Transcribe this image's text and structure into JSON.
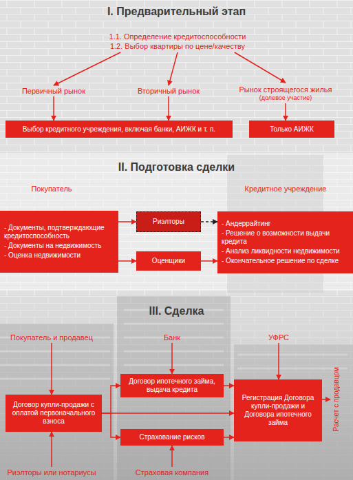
{
  "diagram": {
    "nodes": [
      {
        "text": [
          "1.1. Определение кредитоспособности",
          "1.2. Выбор квартиры по цене/качеству"
        ]
      },
      {
        "text": [
          "Первичный рынок"
        ]
      },
      {
        "text": [
          "Вторичный рынок"
        ]
      },
      {
        "text": [
          "Рынок строящегося жилья",
          "(долевое участие)"
        ]
      },
      {
        "text": [
          "Выбор кредитного учреждения, включая банки, АИЖК и т. п."
        ]
      },
      {
        "text": [
          "Только АИЖК"
        ]
      },
      {
        "text": [
          "- Документы, подтверждающие кредитоспособность",
          "- Документы на недвижимость",
          "- Оценка недвижимости"
        ]
      },
      {
        "text": [
          "Риэлторы"
        ]
      },
      {
        "text": [
          "Оценщики"
        ]
      },
      {
        "text": [
          "- Андеррайтинг",
          "- Решение о возможности выдачи кредита",
          "- Анализ ликвидности недвижимости",
          "- Окончательное решение по сделке"
        ]
      },
      {
        "text": [
          "Покупатель и продавец"
        ]
      },
      {
        "text": [
          "Банк"
        ]
      },
      {
        "text": [
          "УФРС"
        ]
      },
      {
        "text": [
          "Договор ипотечного займа, выдача кредита"
        ]
      },
      {
        "text": [
          "Договор купли-продажи с оплатой первоначального взноса"
        ]
      },
      {
        "text": [
          "Регистрация Договора купли-продажи и Договора ипотечного займа"
        ]
      },
      {
        "text": [
          "Расчет с продавцом"
        ]
      },
      {
        "text": [
          "Страхование рисков"
        ]
      },
      {
        "text": [
          "Риэлторы или нотариусы"
        ]
      },
      {
        "text": [
          "Страховая компания"
        ]
      }
    ],
    "edges": [
      {
        "from": 0,
        "to": 1,
        "arrow": "to"
      },
      {
        "from": 0,
        "to": 2,
        "arrow": "to"
      },
      {
        "from": 0,
        "to": 3,
        "arrow": "to"
      },
      {
        "from": 1,
        "to": 4,
        "arrow": "to"
      },
      {
        "from": 2,
        "to": 4,
        "arrow": "to"
      },
      {
        "from": 3,
        "to": 5,
        "arrow": "to"
      },
      {
        "from": 6,
        "to": 7,
        "arrow": "to"
      },
      {
        "from": 7,
        "to": 9,
        "arrow": "to"
      },
      {
        "from": 6,
        "to": 8,
        "arrow": "to"
      },
      {
        "from": 8,
        "to": 9,
        "arrow": "to"
      },
      {
        "from": 10,
        "to": 14,
        "arrow": "to"
      },
      {
        "from": 11,
        "to": 13,
        "arrow": "to"
      },
      {
        "from": 12,
        "to": 15,
        "arrow": "to"
      },
      {
        "from": 14,
        "to": 13,
        "arrow": "to"
      },
      {
        "from": 14,
        "to": 15,
        "arrow": "to"
      },
      {
        "from": 14,
        "to": 17,
        "arrow": "to"
      },
      {
        "from": 13,
        "to": 15,
        "arrow": "to"
      },
      {
        "from": 17,
        "to": 15,
        "arrow": "to"
      },
      {
        "from": 15,
        "to": 16,
        "arrow": "to"
      },
      {
        "from": 18,
        "to": 14,
        "arrow": "to"
      },
      {
        "from": 19,
        "to": 17,
        "arrow": "to"
      }
    ],
    "labels": [
      "I. Предварительный этап",
      "II. Подготовка сделки",
      "Покупатель",
      "Кредитное учреждение",
      "III. Сделка"
    ]
  }
}
